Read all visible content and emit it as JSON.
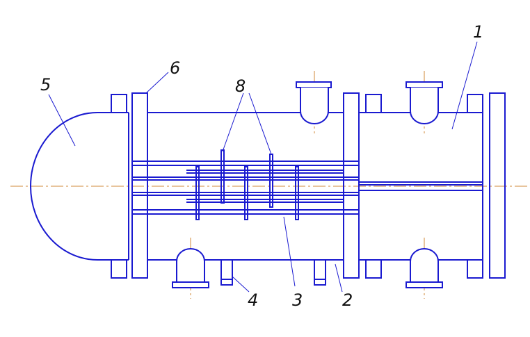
{
  "labels": {
    "l1": "1",
    "l2": "2",
    "l3": "3",
    "l4": "4",
    "l5": "5",
    "l6": "6",
    "l8": "8"
  },
  "colors": {
    "outline": "#1a1ad0",
    "centerline": "#d08a3a",
    "text": "#111111"
  }
}
